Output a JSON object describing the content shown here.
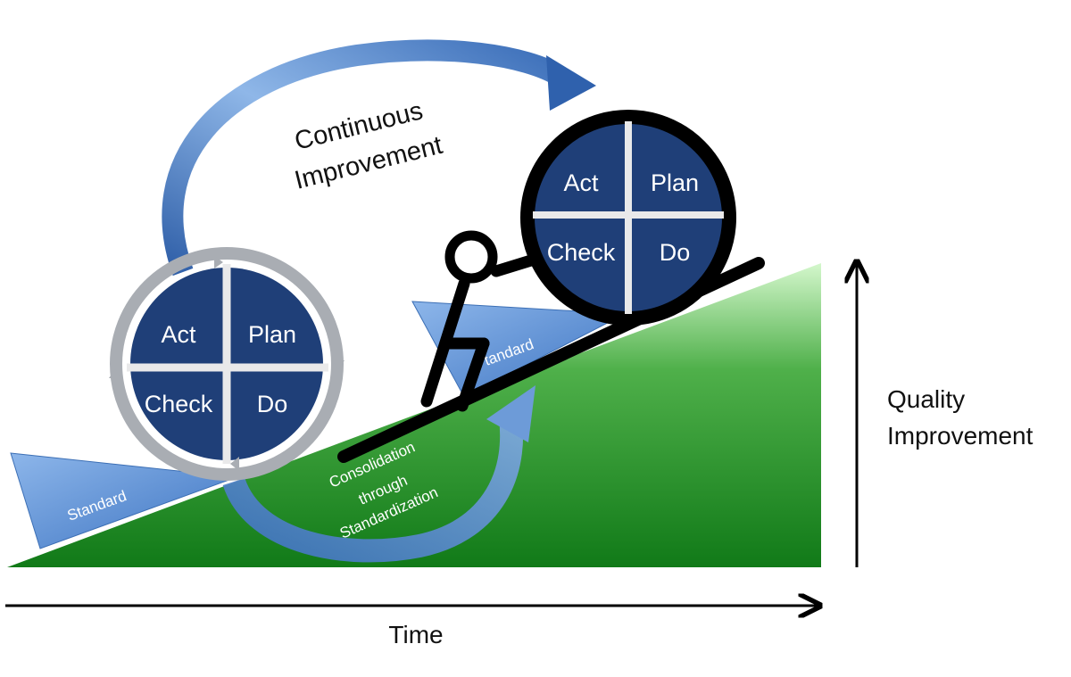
{
  "title": "Continuous Improvement",
  "continuous_improvement": {
    "line1": "Continuous",
    "line2": "Improvement"
  },
  "consolidation": {
    "line1": "Consolidation",
    "line2": "through",
    "line3": "Standardization"
  },
  "standard_lower": "Standard",
  "standard_upper": "tandard",
  "pdca_lower": {
    "act": "Act",
    "plan": "Plan",
    "check": "Check",
    "do": "Do"
  },
  "pdca_upper": {
    "act": "Act",
    "plan": "Plan",
    "check": "Check",
    "do": "Do"
  },
  "axes": {
    "x_label": "Time",
    "y_label_line1": "Quality",
    "y_label_line2": "Improvement"
  },
  "colors": {
    "quadrant_fill": "#1f3f78",
    "arrow_blue": "#4a7fc4",
    "wedge_blue": "#5b8fd6",
    "slope_green_top": "#c8f2c0",
    "slope_green_bottom": "#137a1a",
    "ring_gray": "#a9adb3",
    "black": "#000000"
  }
}
